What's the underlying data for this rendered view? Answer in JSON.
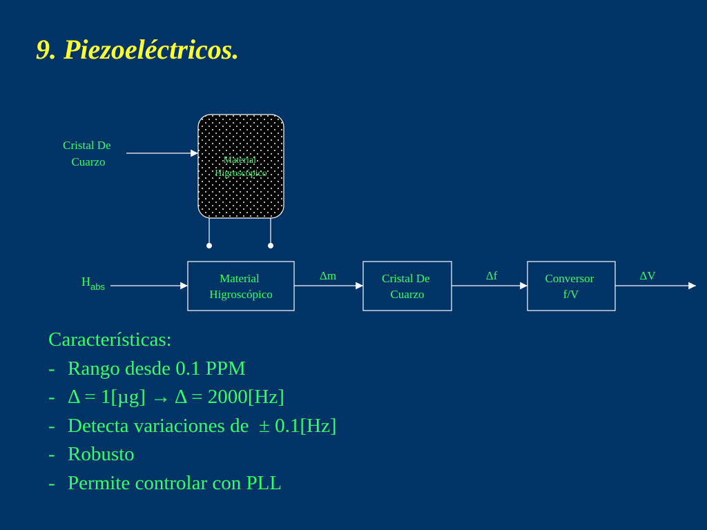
{
  "slide": {
    "title": "9. Piezoeléctricos."
  },
  "diagram": {
    "input_top": [
      "Cristal De",
      "Cuarzo"
    ],
    "sensor_block": [
      "Material",
      "Higroscópico"
    ],
    "input_bottom": {
      "main": "H",
      "sub": "abs"
    },
    "blocks": [
      {
        "lines": [
          "Material",
          "Higroscópico"
        ]
      },
      {
        "lines": [
          "Cristal De",
          "Cuarzo"
        ]
      },
      {
        "lines": [
          "Conversor",
          "f/V"
        ]
      }
    ],
    "signals": [
      "Δm",
      "Δf",
      "ΔV"
    ]
  },
  "features": {
    "heading": "Características:",
    "items": [
      "Rango desde 0.1 PPM",
      "Δ = 1[µg] → Δ = 2000[Hz]",
      "Detecta variaciones de  ± 0.1[Hz]",
      "Robusto",
      "Permite controlar con PLL"
    ]
  },
  "colors": {
    "background": "#003366",
    "title": "#ffff33",
    "text": "#33ff66",
    "lines": "#ffffff",
    "sensor_fill": "#000000"
  }
}
